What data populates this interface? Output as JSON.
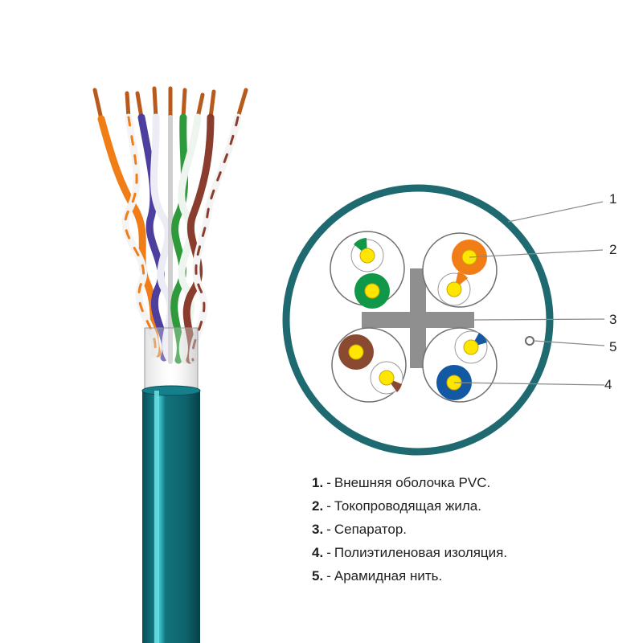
{
  "colors": {
    "jacket": "#11707a",
    "jacket_dark": "#0b545c",
    "jacket_stripe": "#34c2c9",
    "copper": "#b85a1c",
    "copper_tip": "#d9834a",
    "core_yellow": "#ffe600",
    "separator": "#8f8f8f",
    "leader_line": "#8a8a8a"
  },
  "pairs": [
    {
      "insulation": "#f07d16",
      "stripe_wire": "orange-white"
    },
    {
      "insulation": "#1358a3",
      "stripe_wire": "blue-white"
    },
    {
      "insulation": "#109848",
      "stripe_wire": "green-white"
    },
    {
      "insulation": "#8a4a32",
      "stripe_wire": "brown-white"
    }
  ],
  "callouts": [
    "1",
    "2",
    "3",
    "4",
    "5"
  ],
  "legend": [
    {
      "num": "1.",
      "sep": "-",
      "text": "Внешняя оболочка PVC."
    },
    {
      "num": "2.",
      "sep": "-",
      "text": "Токопроводящая жила."
    },
    {
      "num": "3.",
      "sep": "-",
      "text": "Сепаратор."
    },
    {
      "num": "4.",
      "sep": "-",
      "text": "Полиэтиленовая изоляция."
    },
    {
      "num": "5.",
      "sep": "-",
      "text": "Арамидная нить."
    }
  ]
}
